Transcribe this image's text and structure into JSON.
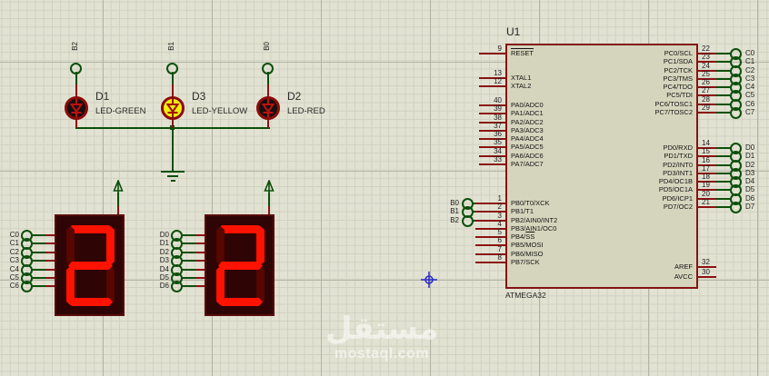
{
  "watermark": {
    "arabic": "مستقل",
    "domain": "mostaql.com"
  },
  "colors": {
    "background": "#e2e2d3",
    "grid_minor": "#d2d2c2",
    "grid_major": "#b4b4a4",
    "wire_green": "#0b4f0b",
    "component_red": "#8b1212",
    "chip_fill": "#d5d5bd",
    "chip_border": "#841414",
    "display_body": "#2e0404",
    "segment_on": "#ff1200",
    "segment_off": "#570600",
    "led_yellow_lit": "#f0ef0c",
    "led_off_body": "#16100f",
    "origin_marker_blue": "#2a2ad0"
  },
  "leds": [
    {
      "ref": "D1",
      "type": "LED-GREEN",
      "terminal": "B2",
      "state": "off"
    },
    {
      "ref": "D3",
      "type": "LED-YELLOW",
      "terminal": "B1",
      "state": "on"
    },
    {
      "ref": "D2",
      "type": "LED-RED",
      "terminal": "B0",
      "state": "off"
    }
  ],
  "displays": [
    {
      "digit": "2",
      "segments_on": [
        "a",
        "b",
        "g",
        "e",
        "d"
      ],
      "terminals": [
        {
          "label": "C0"
        },
        {
          "label": "C1"
        },
        {
          "label": "C2"
        },
        {
          "label": "C3"
        },
        {
          "label": "C4"
        },
        {
          "label": "C5"
        },
        {
          "label": "C6"
        }
      ]
    },
    {
      "digit": "2",
      "segments_on": [
        "a",
        "b",
        "g",
        "e",
        "d"
      ],
      "terminals": [
        {
          "label": "D0"
        },
        {
          "label": "D1"
        },
        {
          "label": "D2"
        },
        {
          "label": "D3"
        },
        {
          "label": "D4"
        },
        {
          "label": "D5"
        },
        {
          "label": "D6"
        }
      ]
    }
  ],
  "chip": {
    "designator": "U1",
    "part_number": "ATMEGA32",
    "left_groups": {
      "reset": [
        {
          "num": "9",
          "label2": "RESET"
        }
      ],
      "xtal": [
        {
          "num": "13",
          "label": "XTAL1"
        },
        {
          "num": "12",
          "label": "XTAL2"
        }
      ],
      "porta": [
        {
          "num": "40",
          "label": "PA0/ADC0"
        },
        {
          "num": "39",
          "label": "PA1/ADC1"
        },
        {
          "num": "38",
          "label": "PA2/ADC2"
        },
        {
          "num": "37",
          "label": "PA3/ADC3"
        },
        {
          "num": "36",
          "label": "PA4/ADC4"
        },
        {
          "num": "35",
          "label": "PA5/ADC5"
        },
        {
          "num": "34",
          "label": "PA6/ADC6"
        },
        {
          "num": "33",
          "label": "PA7/ADC7"
        }
      ],
      "portb": [
        {
          "num": "1",
          "label": "PB0/T0/XCK",
          "term": "B0"
        },
        {
          "num": "2",
          "label": "PB1/T1",
          "term": "B1"
        },
        {
          "num": "3",
          "label": "PB2/AIN0/INT2",
          "term": "B2"
        },
        {
          "num": "4",
          "label": "PB3/AIN1/OC0"
        },
        {
          "num": "5",
          "label": "PB4/",
          "label2": "SS"
        },
        {
          "num": "6",
          "label": "PB5/MOSI"
        },
        {
          "num": "7",
          "label": "PB6/MISO"
        },
        {
          "num": "8",
          "label": "PB7/SCK"
        }
      ]
    },
    "right_groups": {
      "portc": [
        {
          "num": "22",
          "label": "PC0/SCL",
          "term": "C0"
        },
        {
          "num": "23",
          "label": "PC1/SDA",
          "term": "C1"
        },
        {
          "num": "24",
          "label": "PC2/TCK",
          "term": "C2"
        },
        {
          "num": "25",
          "label": "PC3/TMS",
          "term": "C3"
        },
        {
          "num": "26",
          "label": "PC4/TDO",
          "term": "C4"
        },
        {
          "num": "27",
          "label": "PC5/TDI",
          "term": "C5"
        },
        {
          "num": "28",
          "label": "PC6/TOSC1",
          "term": "C6"
        },
        {
          "num": "29",
          "label": "PC7/TOSC2",
          "term": "C7"
        }
      ],
      "portd": [
        {
          "num": "14",
          "label": "PD0/RXD",
          "term": "D0"
        },
        {
          "num": "15",
          "label": "PD1/TXD",
          "term": "D1"
        },
        {
          "num": "16",
          "label": "PD2/INT0",
          "term": "D2"
        },
        {
          "num": "17",
          "label": "PD3/INT1",
          "term": "D3"
        },
        {
          "num": "18",
          "label": "PD4/OC1B",
          "term": "D4"
        },
        {
          "num": "19",
          "label": "PD5/OC1A",
          "term": "D5"
        },
        {
          "num": "20",
          "label": "PD6/ICP1",
          "term": "D6"
        },
        {
          "num": "21",
          "label": "PD7/OC2",
          "term": "D7"
        }
      ],
      "power": [
        {
          "num": "32",
          "label": "AREF"
        },
        {
          "num": "30",
          "label": "AVCC"
        }
      ]
    }
  }
}
